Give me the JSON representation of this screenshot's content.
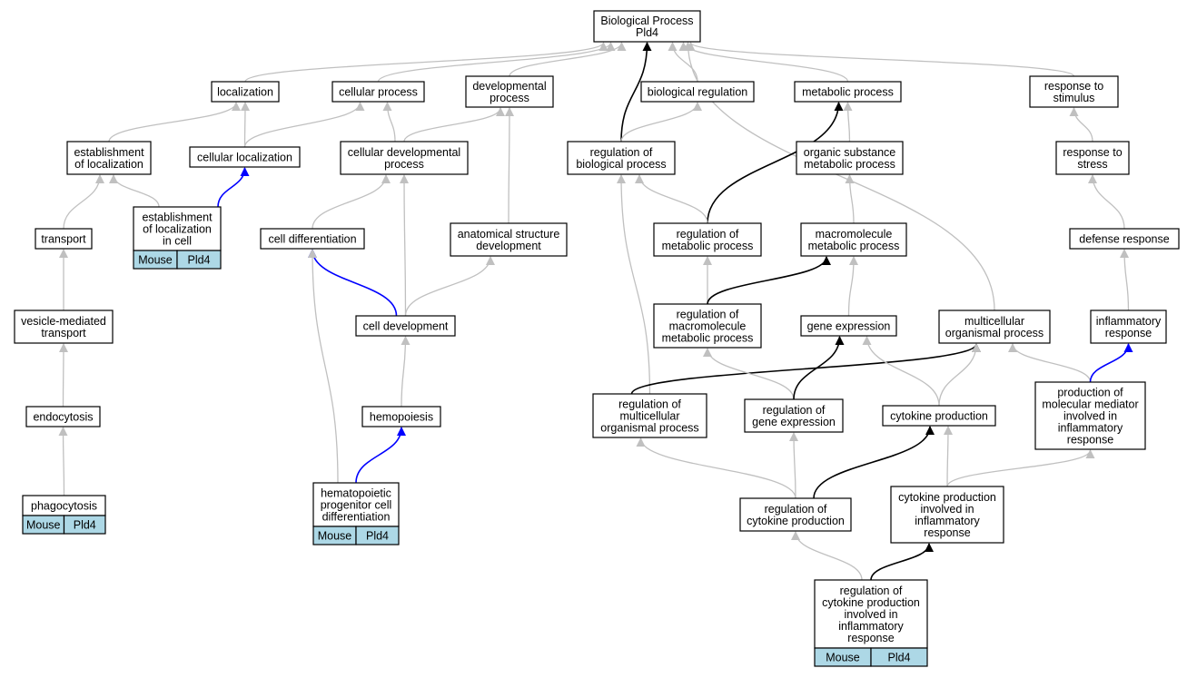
{
  "nodes": {
    "bp": [
      "Biological Process",
      "Pld4"
    ],
    "localization": [
      "localization"
    ],
    "cellular_process": [
      "cellular process"
    ],
    "developmental_process": [
      "developmental",
      "process"
    ],
    "biological_regulation": [
      "biological regulation"
    ],
    "metabolic_process": [
      "metabolic process"
    ],
    "response_to_stimulus": [
      "response to",
      "stimulus"
    ],
    "establishment_of_localization": [
      "establishment",
      "of localization"
    ],
    "cellular_localization": [
      "cellular localization"
    ],
    "cellular_developmental_process": [
      "cellular developmental",
      "process"
    ],
    "regulation_of_biological_process": [
      "regulation of",
      "biological process"
    ],
    "organic_substance_metabolic_process": [
      "organic substance",
      "metabolic process"
    ],
    "response_to_stress": [
      "response to",
      "stress"
    ],
    "establishment_of_localization_in_cell": [
      "establishment",
      "of localization",
      "in cell"
    ],
    "transport": [
      "transport"
    ],
    "cell_differentiation": [
      "cell differentiation"
    ],
    "anatomical_structure_development": [
      "anatomical structure",
      "development"
    ],
    "regulation_of_metabolic_process": [
      "regulation of",
      "metabolic process"
    ],
    "macromolecule_metabolic_process": [
      "macromolecule",
      "metabolic process"
    ],
    "defense_response": [
      "defense response"
    ],
    "vesicle_mediated_transport": [
      "vesicle-mediated",
      "transport"
    ],
    "cell_development": [
      "cell development"
    ],
    "regulation_of_macromolecule_metabolic_process": [
      "regulation of",
      "macromolecule",
      "metabolic process"
    ],
    "gene_expression": [
      "gene expression"
    ],
    "multicellular_organismal_process": [
      "multicellular",
      "organismal process"
    ],
    "inflammatory_response": [
      "inflammatory",
      "response"
    ],
    "endocytosis": [
      "endocytosis"
    ],
    "hemopoiesis": [
      "hemopoiesis"
    ],
    "regulation_of_multicellular_organismal_process": [
      "regulation of",
      "multicellular",
      "organismal process"
    ],
    "regulation_of_gene_expression": [
      "regulation of",
      "gene expression"
    ],
    "cytokine_production": [
      "cytokine production"
    ],
    "production_of_molecular_mediator": [
      "production of",
      "molecular mediator",
      "involved in",
      "inflammatory",
      "response"
    ],
    "phagocytosis": [
      "phagocytosis"
    ],
    "hematopoietic_progenitor_cell_differentiation": [
      "hematopoietic",
      "progenitor cell",
      "differentiation"
    ],
    "regulation_of_cytokine_production": [
      "regulation of",
      "cytokine production"
    ],
    "cytokine_production_involved_in_inflammatory_response": [
      "cytokine production",
      "involved in",
      "inflammatory",
      "response"
    ],
    "regulation_of_cytokine_production_involved_in_inflammatory_response": [
      "regulation of",
      "cytokine production",
      "involved in",
      "inflammatory",
      "response"
    ]
  },
  "annotation": {
    "species": "Mouse",
    "gene": "Pld4"
  },
  "annotated_nodes": [
    "establishment_of_localization_in_cell",
    "phagocytosis",
    "hematopoietic_progenitor_cell_differentiation",
    "regulation_of_cytokine_production_involved_in_inflammatory_response"
  ],
  "edge_colors": {
    "is_a": "#c0c0c0",
    "part_of": "#0000ff",
    "regulates": "#000000"
  }
}
